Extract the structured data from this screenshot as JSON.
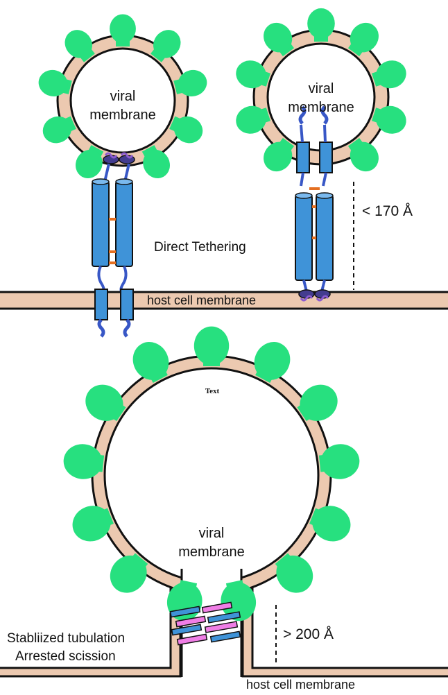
{
  "labels": {
    "viral_membrane_1_line1": "viral",
    "viral_membrane_1_line2": "membrane",
    "viral_membrane_2_line1": "viral",
    "viral_membrane_2_line2": "membrane",
    "viral_membrane_3_line1": "viral",
    "viral_membrane_3_line2": "membrane",
    "direct_tethering": "Direct Tethering",
    "distance_top": "< 170 Å",
    "host_cell_membrane_top": "host cell membrane",
    "text_placeholder": "Text",
    "stabilized_line1": "Stabliized tubulation",
    "stabilized_line2": "Arrested scission",
    "distance_bottom": "> 200 Å",
    "host_cell_membrane_bottom": "host cell membrane"
  },
  "colors": {
    "protein_green": "#27e07f",
    "membrane_tan": "#ecc9b0",
    "outline": "#111111",
    "tether_blue": "#3f93d8",
    "linker_blue": "#3857c6",
    "crosslink_orange": "#e46f21",
    "anchor_purple": "#433c8f",
    "helix_pink": "#f07ee6"
  }
}
